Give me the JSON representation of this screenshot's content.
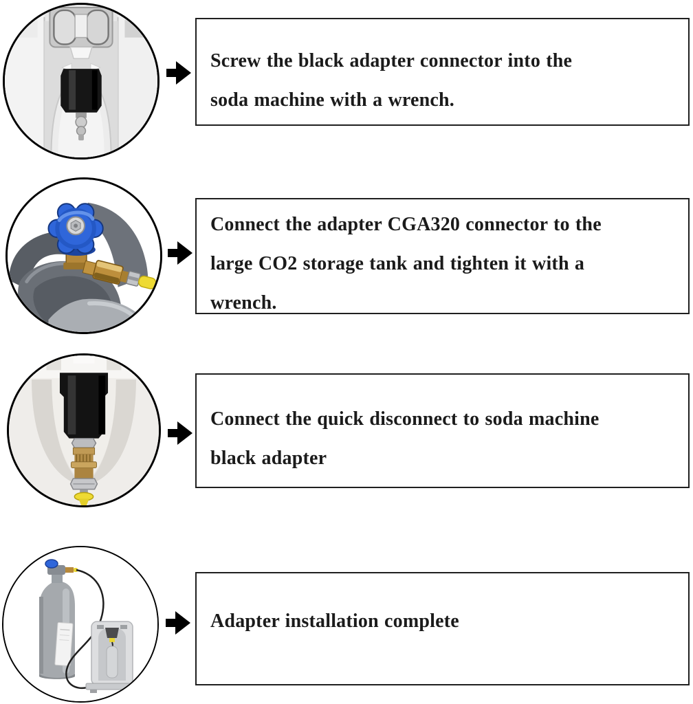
{
  "page": {
    "background": "#ffffff"
  },
  "colors": {
    "text": "#1b1b1b",
    "box_border": "#1f1f1f",
    "circle_border": "#000000",
    "arrow": "#000000",
    "knob_blue": "#2f66da",
    "brass": "#bd8f3c",
    "yellow_cap": "#eeda33",
    "tank_gray": "#a5a9ad",
    "collar_gray": "#63686f",
    "adapter_black": "#141414"
  },
  "steps": [
    {
      "illustration": "soda-machine-black-adapter-photo",
      "arrow_icon": "arrow-right-icon",
      "lines": [
        "Screw the black adapter connector into the",
        "soda machine with a wrench."
      ]
    },
    {
      "illustration": "co2-tank-cga320-connector-photo",
      "arrow_icon": "arrow-right-icon",
      "lines": [
        "Connect the adapter CGA320 connector to the",
        "large CO2 storage tank and tighten it with a",
        "wrench."
      ]
    },
    {
      "illustration": "quick-disconnect-black-adapter-photo",
      "arrow_icon": "arrow-right-icon",
      "lines": [
        "Connect the quick disconnect to soda machine",
        "black adapter"
      ]
    },
    {
      "illustration": "tank-connected-soda-machine-photo",
      "arrow_icon": "arrow-right-icon",
      "lines": [
        "Adapter installation complete"
      ]
    }
  ]
}
